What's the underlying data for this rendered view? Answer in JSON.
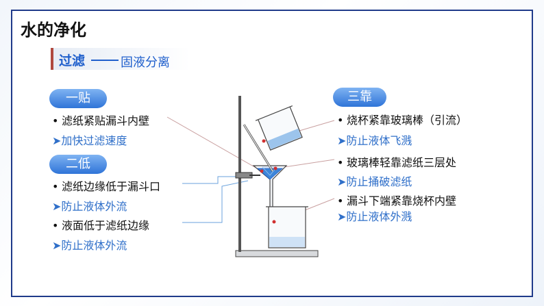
{
  "title": "水的净化",
  "section": {
    "title": "过滤",
    "subtitle": "固液分离"
  },
  "left": {
    "group1": {
      "pill": "一贴",
      "items": [
        {
          "text": "滤纸紧贴漏斗内壁",
          "reason": "加快过滤速度"
        }
      ]
    },
    "group2": {
      "pill": "二低",
      "items": [
        {
          "text": "滤纸边缘低于漏斗口",
          "reason": "防止液体外流"
        },
        {
          "text": "液面低于滤纸边缘",
          "reason": "防止液体外流"
        }
      ]
    }
  },
  "right": {
    "pill": "三靠",
    "items": [
      {
        "text": "烧杯紧靠玻璃棒（引流）",
        "reason": "防止液体飞溅"
      },
      {
        "text": "玻璃棒轻靠滤纸三层处",
        "reason": "防止捅破滤纸"
      },
      {
        "text": "漏斗下端紧靠烧杯内壁",
        "reason": "防止液体外溅"
      }
    ]
  },
  "symbols": {
    "bullet": "•",
    "arrow": "➤"
  },
  "colors": {
    "accent": "#2f74d8",
    "reason_text": "#2f6fc9",
    "frame": "#1f3a8a",
    "section_bar": "#b0483e"
  }
}
